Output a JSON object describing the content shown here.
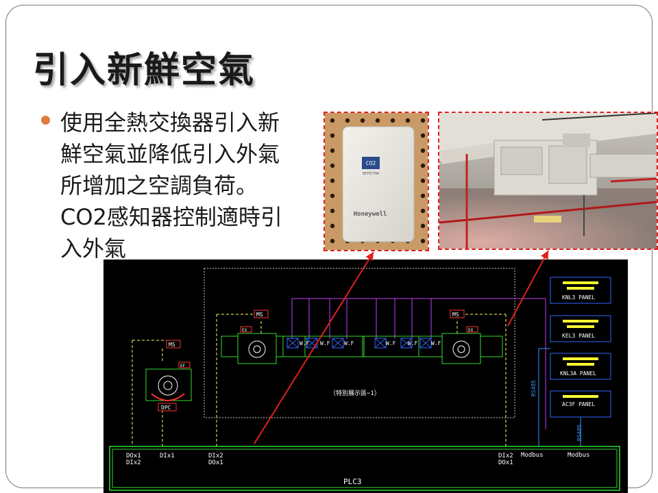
{
  "slide": {
    "title": "引入新鮮空氣",
    "bullet": "使用全熱交換器引入新鮮空氣並降低引入外氣所增加之空調負荷。CO2感知器控制適時引入外氣"
  },
  "photo_sensor": {
    "co2_label": "CO2",
    "detector_label": "DETECTOR",
    "brand": "Honeywell"
  },
  "schematic": {
    "plc_label": "PLC3",
    "center_label": "（特別展示區−1）",
    "ms_label": "MS",
    "ex_label": "EX",
    "ef_label": "EF",
    "wf_label": "W.F",
    "dpc_label": "DPC",
    "io_left_1": "DOx1",
    "io_left_2": "DIx2",
    "io_dix1": "DIx1",
    "io_mid_1": "DIx2",
    "io_mid_2": "DOx1",
    "io_right_1": "DIx2",
    "io_right_2": "DOx1",
    "modbus_1": "Modbus",
    "modbus_2": "Modbus",
    "rs485_1": "RS485",
    "rs485_2": "RS485",
    "panels": [
      {
        "name": "KNL3 PANEL"
      },
      {
        "name": "KEL3 PANEL"
      },
      {
        "name": "KNL3A PANEL"
      },
      {
        "name": "AC3F PANEL"
      }
    ]
  }
}
